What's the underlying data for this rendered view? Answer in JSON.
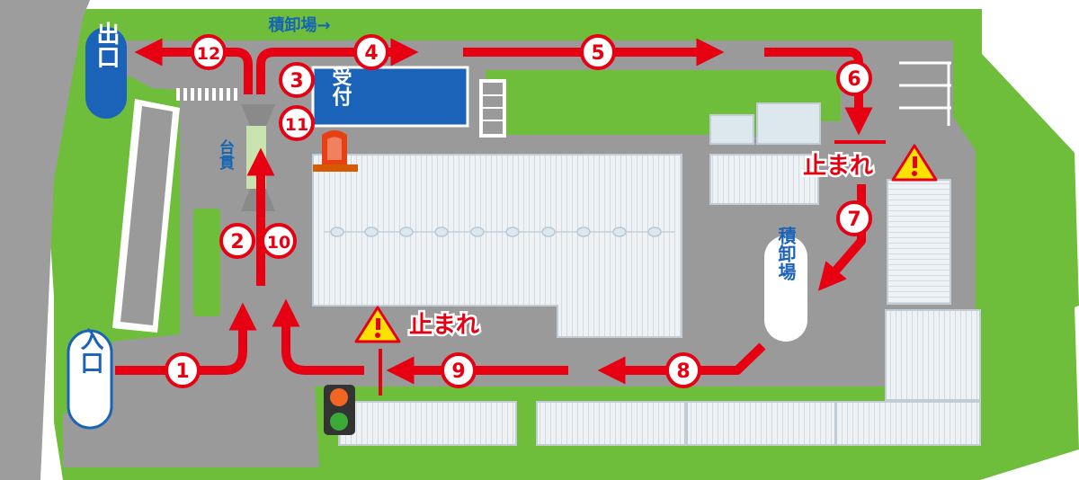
{
  "labels": {
    "entrance": "入口",
    "exit": "出口",
    "loading_dock": "積卸場",
    "loading_dock_direction": "積卸場→",
    "reception": "受付",
    "scale": "台貫",
    "stop_warning": "止まれ"
  },
  "route_steps": [
    "1",
    "2",
    "3",
    "4",
    "5",
    "6",
    "7",
    "8",
    "9",
    "10",
    "11",
    "12"
  ],
  "icons": {
    "warning": "warning-icon",
    "beacon": "rotating-beacon-icon",
    "signal": "traffic-light-icon"
  },
  "colors": {
    "grass": "#6fbe3b",
    "road": "#999999",
    "arrow": "#e60012",
    "building": "#dfe6ec",
    "label_blue": "#1565b3",
    "warning_yellow": "#ffe100"
  }
}
